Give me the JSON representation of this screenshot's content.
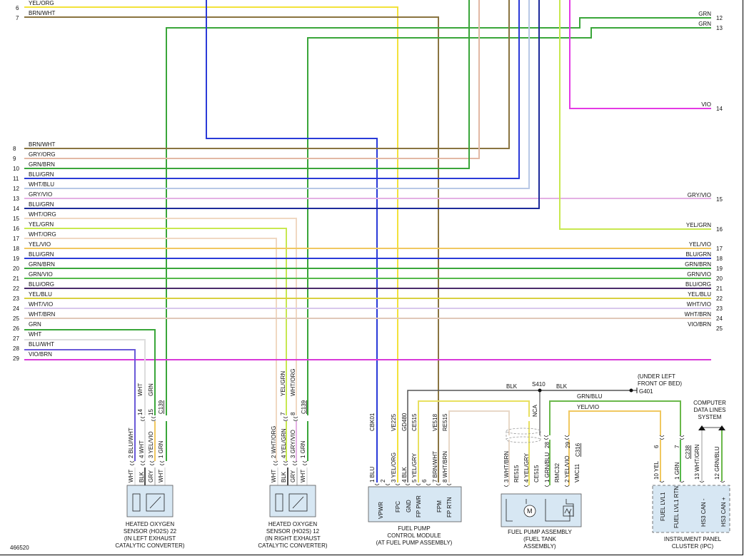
{
  "figure_id": "466520",
  "colors": {
    "yellow": "#f3e23a",
    "brown": "#8a7440",
    "green": "#3aa63a",
    "blue": "#2a3ad8",
    "pink_orange": "#e2b8a4",
    "gray_orange": "#d4b4a0",
    "lightblue": "#b8c8e6",
    "grayviolet": "#e4b0e4",
    "darkblue": "#1c2a9a",
    "lightorange": "#f0d8c2",
    "lime": "#c8e850",
    "violet_trace": "#e43ae4",
    "yellowviolet": "#f0c860",
    "lightviolet": "#d8c8ec",
    "magenta": "#d83ad8",
    "darkpurple": "#4a2a6a",
    "gray": "#bbbbbb",
    "black": "#111111",
    "white_wire": "#dddddd"
  },
  "top_left_wires": [
    {
      "num": "6",
      "label": "YEL/ORG"
    },
    {
      "num": "7",
      "label": "BRN/WHT"
    }
  ],
  "left_wires": [
    {
      "num": "8",
      "label": "BRN/WHT"
    },
    {
      "num": "9",
      "label": "GRY/ORG"
    },
    {
      "num": "10",
      "label": "GRN/BRN"
    },
    {
      "num": "11",
      "label": "BLU/GRN"
    },
    {
      "num": "12",
      "label": "WHT/BLU"
    },
    {
      "num": "13",
      "label": "GRY/VIO"
    },
    {
      "num": "14",
      "label": "BLU/GRN"
    },
    {
      "num": "15",
      "label": "WHT/ORG"
    },
    {
      "num": "16",
      "label": "YEL/GRN"
    },
    {
      "num": "17",
      "label": "WHT/ORG"
    },
    {
      "num": "18",
      "label": "YEL/VIO"
    },
    {
      "num": "19",
      "label": "BLU/GRN"
    },
    {
      "num": "20",
      "label": "GRN/BRN"
    },
    {
      "num": "21",
      "label": "GRN/VIO"
    },
    {
      "num": "22",
      "label": "BLU/ORG"
    },
    {
      "num": "23",
      "label": "YEL/BLU"
    },
    {
      "num": "24",
      "label": "WHT/VIO"
    },
    {
      "num": "25",
      "label": "WHT/BRN"
    },
    {
      "num": "26",
      "label": "GRN"
    },
    {
      "num": "27",
      "label": "WHT"
    },
    {
      "num": "28",
      "label": "BLU/WHT"
    },
    {
      "num": "29",
      "label": "VIO/BRN"
    }
  ],
  "right_wires": [
    {
      "num": "12",
      "label": "GRN"
    },
    {
      "num": "13",
      "label": "GRN"
    },
    {
      "num": "14",
      "label": "VIO"
    },
    {
      "num": "15",
      "label": "GRY/VIO"
    },
    {
      "num": "16",
      "label": "YEL/GRN"
    },
    {
      "num": "17",
      "label": "YEL/VIO"
    },
    {
      "num": "18",
      "label": "BLU/GRN"
    },
    {
      "num": "19",
      "label": "GRN/BRN"
    },
    {
      "num": "20",
      "label": "GRN/VIO"
    },
    {
      "num": "21",
      "label": "BLU/ORG"
    },
    {
      "num": "22",
      "label": "YEL/BLU"
    },
    {
      "num": "23",
      "label": "WHT/VIO"
    },
    {
      "num": "24",
      "label": "WHT/BRN"
    },
    {
      "num": "25",
      "label": "VIO/BRN"
    }
  ],
  "sensor22": {
    "connector": "C139",
    "upper_pins": [
      {
        "pin": "14",
        "label": "WHT"
      },
      {
        "pin": "15",
        "label": "GRN"
      }
    ],
    "pins": [
      {
        "pin": "2",
        "label": "BLU/WHT"
      },
      {
        "pin": "4",
        "label": "WHT"
      },
      {
        "pin": "3",
        "label": "YEL/VIO"
      },
      {
        "pin": "1",
        "label": "GRN"
      }
    ],
    "inner_labels": [
      "WHT",
      "BLK",
      "GRY",
      "WHT"
    ],
    "name": [
      "HEATED OXYGEN",
      "SENSOR (HO2S) 22",
      "(IN LEFT EXHAUST",
      "CATALYTIC CONVERTER)"
    ]
  },
  "sensor12": {
    "connector": "C139",
    "upper_pins": [
      {
        "pin": "7",
        "label": "YEL/GRN"
      },
      {
        "pin": "8",
        "label": "WHT/ORG"
      }
    ],
    "pins": [
      {
        "pin": "2",
        "label": "WHT/ORG"
      },
      {
        "pin": "4",
        "label": "YEL/GRN"
      },
      {
        "pin": "3",
        "label": "GRY/VIO"
      },
      {
        "pin": "1",
        "label": "GRN"
      }
    ],
    "inner_labels": [
      "WHT",
      "BLK",
      "GRY",
      "WHT"
    ],
    "name": [
      "HEATED OXYGEN",
      "SENSOR (HO2S) 12",
      "(IN RIGHT EXHAUST",
      "CATALYTIC CONVERTER)"
    ]
  },
  "fpcm": {
    "circuits": [
      "CBK01",
      "VE225",
      "GD480",
      "CE515",
      "VE518",
      "RE515"
    ],
    "pins": [
      {
        "pin": "1",
        "label": "BLU"
      },
      {
        "pin": "2",
        "label": ""
      },
      {
        "pin": "3",
        "label": "YEL/ORG"
      },
      {
        "pin": "4",
        "label": "BLK"
      },
      {
        "pin": "5",
        "label": "YEL/GRY"
      },
      {
        "pin": "6",
        "label": ""
      },
      {
        "pin": "7",
        "label": "BRN/WHT"
      },
      {
        "pin": "8",
        "label": "WHT/BRN"
      }
    ],
    "terminals": [
      "VPWR",
      "FPC",
      "GND",
      "FP PWR",
      "FPM",
      "FP RTN"
    ],
    "name": [
      "FUEL PUMP",
      "CONTROL MODULE",
      "(AT FUEL PUMP ASSEMBLY)"
    ]
  },
  "ground": {
    "splice": "S410",
    "left_label": "BLK",
    "right_label": "BLK",
    "ground_id": "G401",
    "location": [
      "(UNDER LEFT",
      "FRONT OF BED)"
    ]
  },
  "upper_feed": {
    "grn_blu": "GRN/BLU",
    "yel_vio": "YEL/VIO",
    "nca": "NCA"
  },
  "fuel_pump_assy": {
    "pins": [
      {
        "pin": "3",
        "label": "WHT/BRN"
      },
      {
        "pin": "4",
        "label": "YEL/GRY"
      },
      {
        "pin": "1",
        "label": "GRN/BLU"
      },
      {
        "pin": "2",
        "label": "YEL/VIO"
      }
    ],
    "circuits": [
      "RE515",
      "CE515",
      "RMC32",
      "VMC11"
    ],
    "conn_pins": [
      {
        "pin": "28"
      },
      {
        "pin": "29"
      }
    ],
    "connector": "C316",
    "name": [
      "FUEL PUMP ASSEMBLY",
      "(FUEL TANK",
      "ASSEMBLY)"
    ]
  },
  "ipc": {
    "upper_pins": [
      {
        "pin": "6",
        "label": "YEL"
      },
      {
        "pin": "7",
        "label": "GRN"
      }
    ],
    "connector": "C238",
    "pins": [
      {
        "pin": "10",
        "label": "YEL"
      },
      {
        "pin": "1",
        "label": "GRN"
      },
      {
        "pin": "13",
        "label": "WHT/GRN"
      },
      {
        "pin": "12",
        "label": "GRN/BLU"
      }
    ],
    "terminals": [
      "FUEL LVL1",
      "FUEL LVL1 RTN",
      "HS3 CAN -",
      "HS3 CAN +"
    ],
    "data_lines": [
      "COMPUTER",
      "DATA LINES",
      "SYSTEM"
    ],
    "name": [
      "INSTRUMENT PANEL",
      "CLUSTER (IPC)"
    ]
  }
}
